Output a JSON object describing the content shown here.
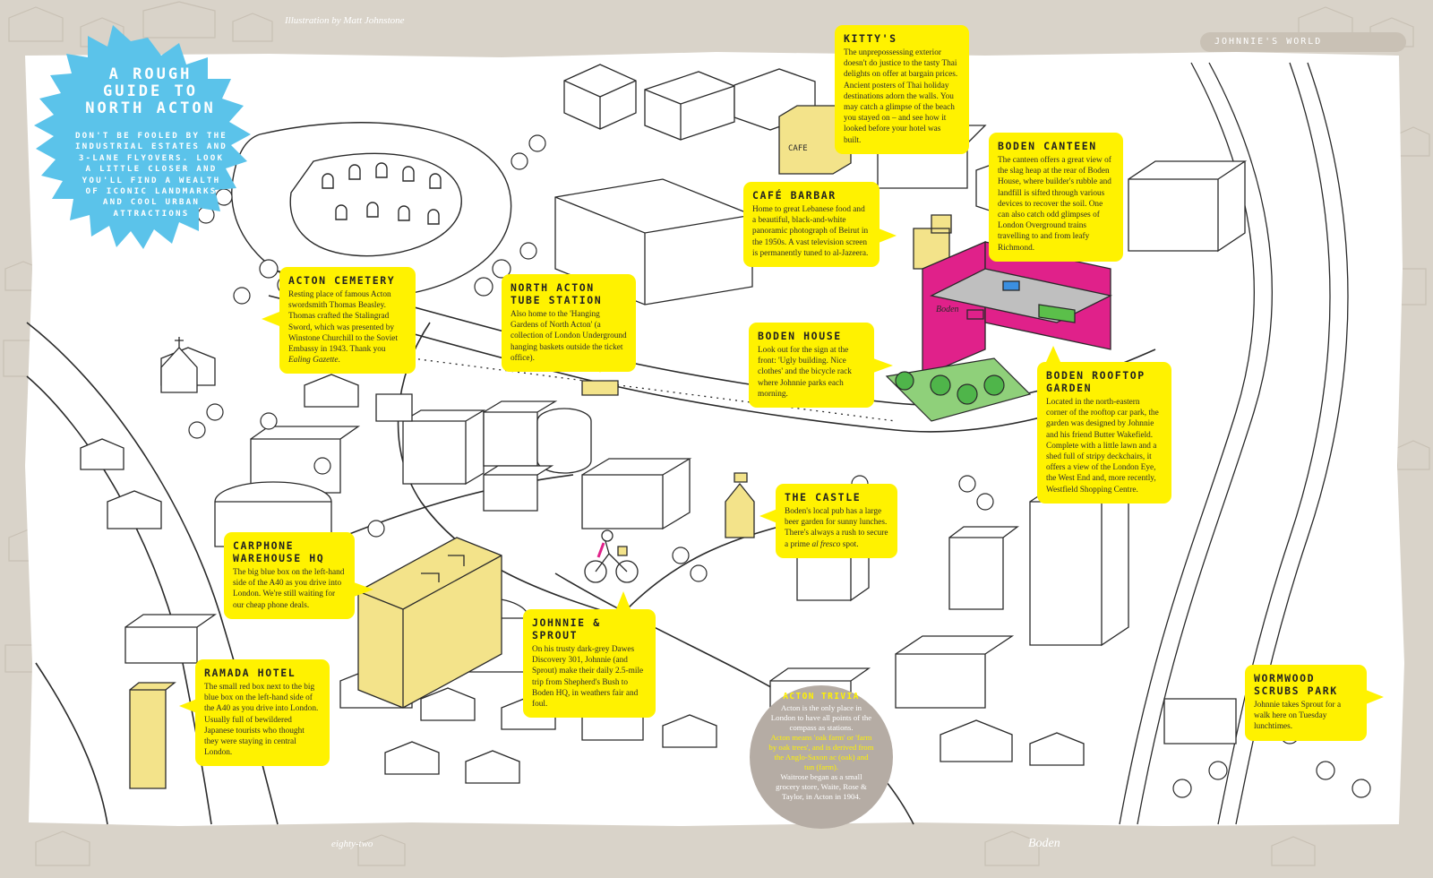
{
  "header": {
    "credit": "Illustration by Matt Johnstone",
    "section_tab": "JOHNNIE'S WORLD"
  },
  "intro": {
    "title_lines": [
      "A ROUGH",
      "GUIDE TO",
      "NORTH ACTON"
    ],
    "subtitle_lines": [
      "DON'T BE FOOLED BY THE",
      "INDUSTRIAL ESTATES AND",
      "3-LANE FLYOVERS. LOOK",
      "A LITTLE CLOSER AND",
      "YOU'LL FIND A WEALTH",
      "OF ICONIC LANDMARKS",
      "AND COOL URBAN",
      "ATTRACTIONS"
    ],
    "accent_color": "#5bc3ea"
  },
  "callouts": {
    "kittys": {
      "title": "KITTY'S",
      "body": "The unprepossessing exterior doesn't do justice to the tasty Thai delights on offer at bargain prices. Ancient posters of Thai holiday destinations adorn the walls. You may catch a glimpse of the beach you stayed on – and see how it looked before your hotel was built."
    },
    "boden_canteen": {
      "title": "BODEN CANTEEN",
      "body": "The canteen offers a great view of the slag heap at the rear of Boden House, where builder's rubble and landfill is sifted through various devices to recover the soil. One can also catch odd glimpses of London Overground trains travelling to and from leafy Richmond."
    },
    "cafe_barbar": {
      "title": "CAFÉ BARBAR",
      "body": "Home to great Lebanese food and a beautiful, black-and-white panoramic photograph of Beirut in the 1950s. A vast television screen is permanently tuned to al-Jazeera."
    },
    "acton_cemetery": {
      "title": "ACTON CEMETERY",
      "body_main": "Resting place of famous Acton swordsmith Thomas Beasley. Thomas crafted the Stalingrad Sword, which was presented by Winstone Churchill to the Soviet Embassy in 1943. Thank you ",
      "body_italic": "Ealing Gazette",
      "body_end": "."
    },
    "north_acton": {
      "title": "NORTH ACTON\nTUBE STATION",
      "body": "Also home to the 'Hanging Gardens of North Acton' (a collection of London Underground hanging baskets outside the ticket office)."
    },
    "boden_house": {
      "title": "BODEN HOUSE",
      "body": "Look out for the sign at the front: 'Ugly building. Nice clothes' and the bicycle rack where Johnnie parks each morning."
    },
    "boden_rooftop": {
      "title": "BODEN ROOFTOP\nGARDEN",
      "body": "Located in the north-eastern corner of the rooftop car park, the garden was designed by Johnnie and his friend Butter Wakefield. Complete with a little lawn and a shed full of stripy deckchairs, it offers a view of the London Eye, the West End and, more recently, Westfield Shopping Centre."
    },
    "the_castle": {
      "title": "THE CASTLE",
      "body_main": "Boden's local pub has a large beer garden for sunny lunches. There's always a rush to secure a prime ",
      "body_italic": "al fresco",
      "body_end": " spot."
    },
    "carphone": {
      "title": "CARPHONE\nWAREHOUSE HQ",
      "body": "The big blue box on the left-hand side of the A40 as you drive into London. We're still waiting for our cheap phone deals."
    },
    "johnnie_sprout": {
      "title": "JOHNNIE & SPROUT",
      "body": "On his trusty dark-grey Dawes Discovery 301, Johnnie (and Sprout) make their daily 2.5-mile trip from Shepherd's Bush to Boden HQ, in weathers fair and foul."
    },
    "ramada": {
      "title": "RAMADA HOTEL",
      "body": "The small red box next to the big blue box on the left-hand side of the A40 as you drive into London. Usually full of bewildered Japanese tourists who thought they were staying in central London."
    },
    "wormwood": {
      "title": "WORMWOOD\nSCRUBS PARK",
      "body": "Johnnie takes Sprout for a walk here on Tuesday lunchtimes."
    }
  },
  "trivia": {
    "title": "ACTON TRIVIA",
    "fact1": "Acton is the only place in London to have all points of the compass as stations.",
    "fact2": "Acton means 'oak farm' or 'farm by oak trees', and is derived from the Anglo-Saxon ac (oak) and tun (farm).",
    "fact3": "Waitrose began as a small grocery store, Waite, Rose & Taylor, in Acton in 1904."
  },
  "map_labels": {
    "cafe_sign": "CAFE",
    "boden_sign": "Boden"
  },
  "footer": {
    "page_number": "eighty-two",
    "logo": "Boden"
  },
  "colors": {
    "callout": "#fff200",
    "boden_house": "#e0218a",
    "highlight": "#f3e38a",
    "trivia_disc": "#b5aca4",
    "frame": "#d9d3c9"
  }
}
